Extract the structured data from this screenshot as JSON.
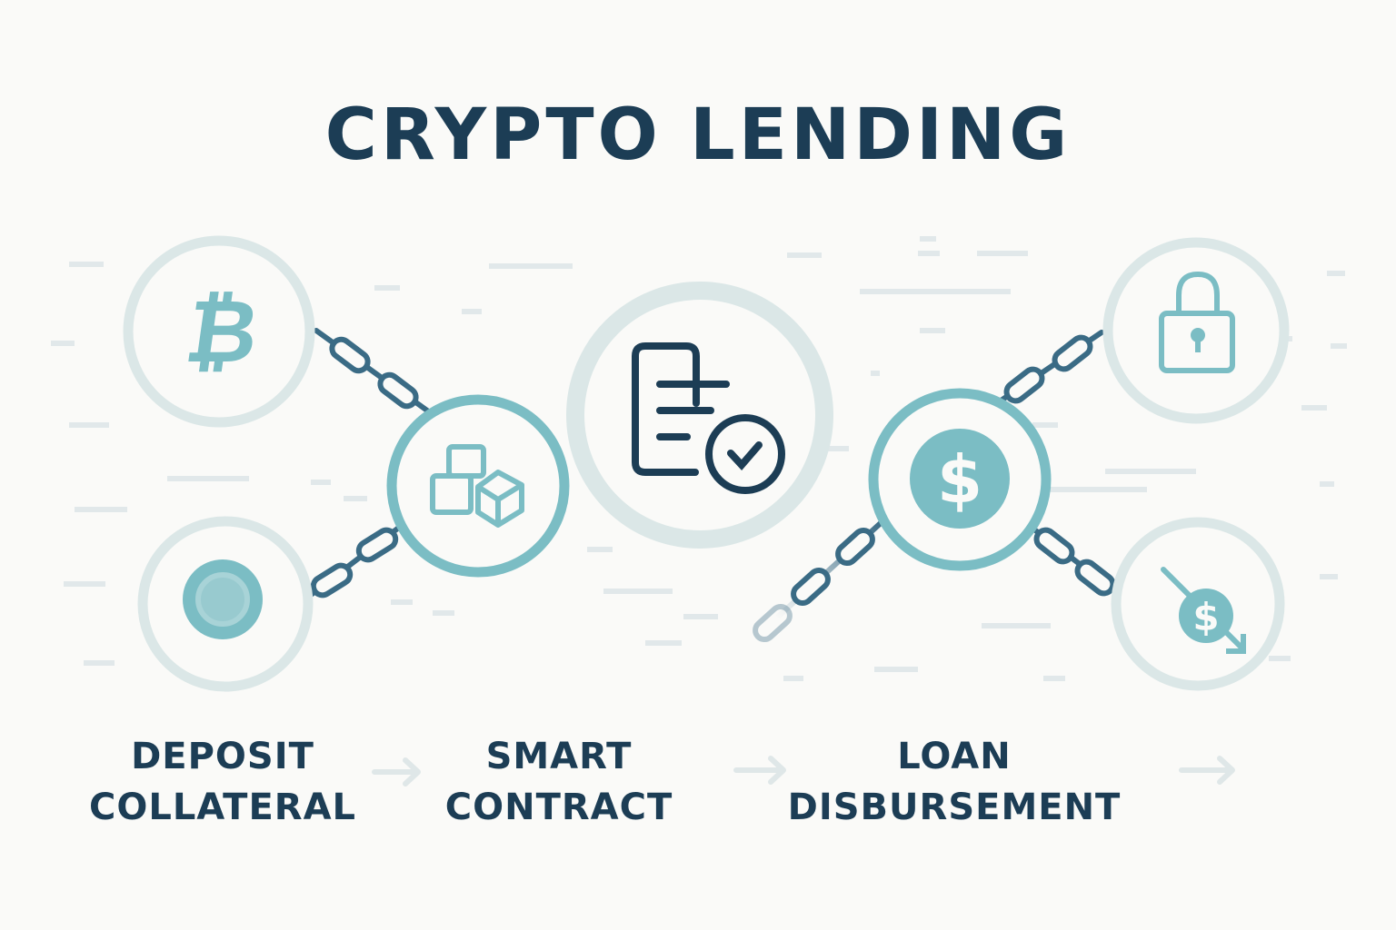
{
  "title": "CRYPTO LENDING",
  "colors": {
    "background": "#fafaf8",
    "navy": "#1c3d55",
    "teal": "#7bbdc4",
    "chain": "#3a6b85",
    "pale_ring": "#dbe7e7",
    "dash": "#e1e8ea"
  },
  "steps": [
    {
      "line1": "DEPOSIT",
      "line2": "COLLATERAL"
    },
    {
      "line1": "SMART",
      "line2": "CONTRACT"
    },
    {
      "line1": "LOAN",
      "line2": "DISBURSEMENT"
    }
  ],
  "nodes": [
    {
      "name": "bitcoin",
      "icon": "bitcoin-icon"
    },
    {
      "name": "coin",
      "icon": "coin-icon"
    },
    {
      "name": "blocks",
      "icon": "blocks-icon"
    },
    {
      "name": "smart-contract",
      "icon": "document-check-icon"
    },
    {
      "name": "dollar",
      "icon": "dollar-coin-icon"
    },
    {
      "name": "lock",
      "icon": "padlock-icon"
    },
    {
      "name": "dollar-down",
      "icon": "dollar-down-arrow-icon"
    }
  ],
  "arrows": [
    "arrow-right-icon",
    "arrow-right-icon",
    "arrow-right-icon"
  ]
}
